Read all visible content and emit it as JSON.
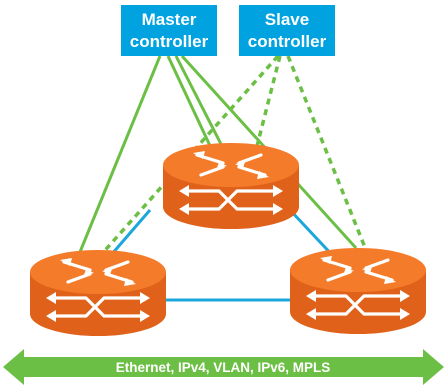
{
  "controllers": {
    "master": {
      "line1": "Master",
      "line2": "controller"
    },
    "slave": {
      "line1": "Slave",
      "line2": "controller"
    }
  },
  "routers": [
    "top",
    "left",
    "right"
  ],
  "connections": {
    "master_links": "solid green",
    "slave_links": "dashed green",
    "router_mesh": "blue"
  },
  "protocol_bar": {
    "label": "Ethernet, IPv4, VLAN, IPv6, MPLS"
  },
  "colors": {
    "controller_fill": "#00a3e0",
    "control_link": "#6cbf45",
    "data_link": "#1ba6dc",
    "router_top": "#f47b2a",
    "router_side": "#e0621a",
    "router_dark": "#c9541a",
    "arrow_bar": "#6cbf45"
  }
}
